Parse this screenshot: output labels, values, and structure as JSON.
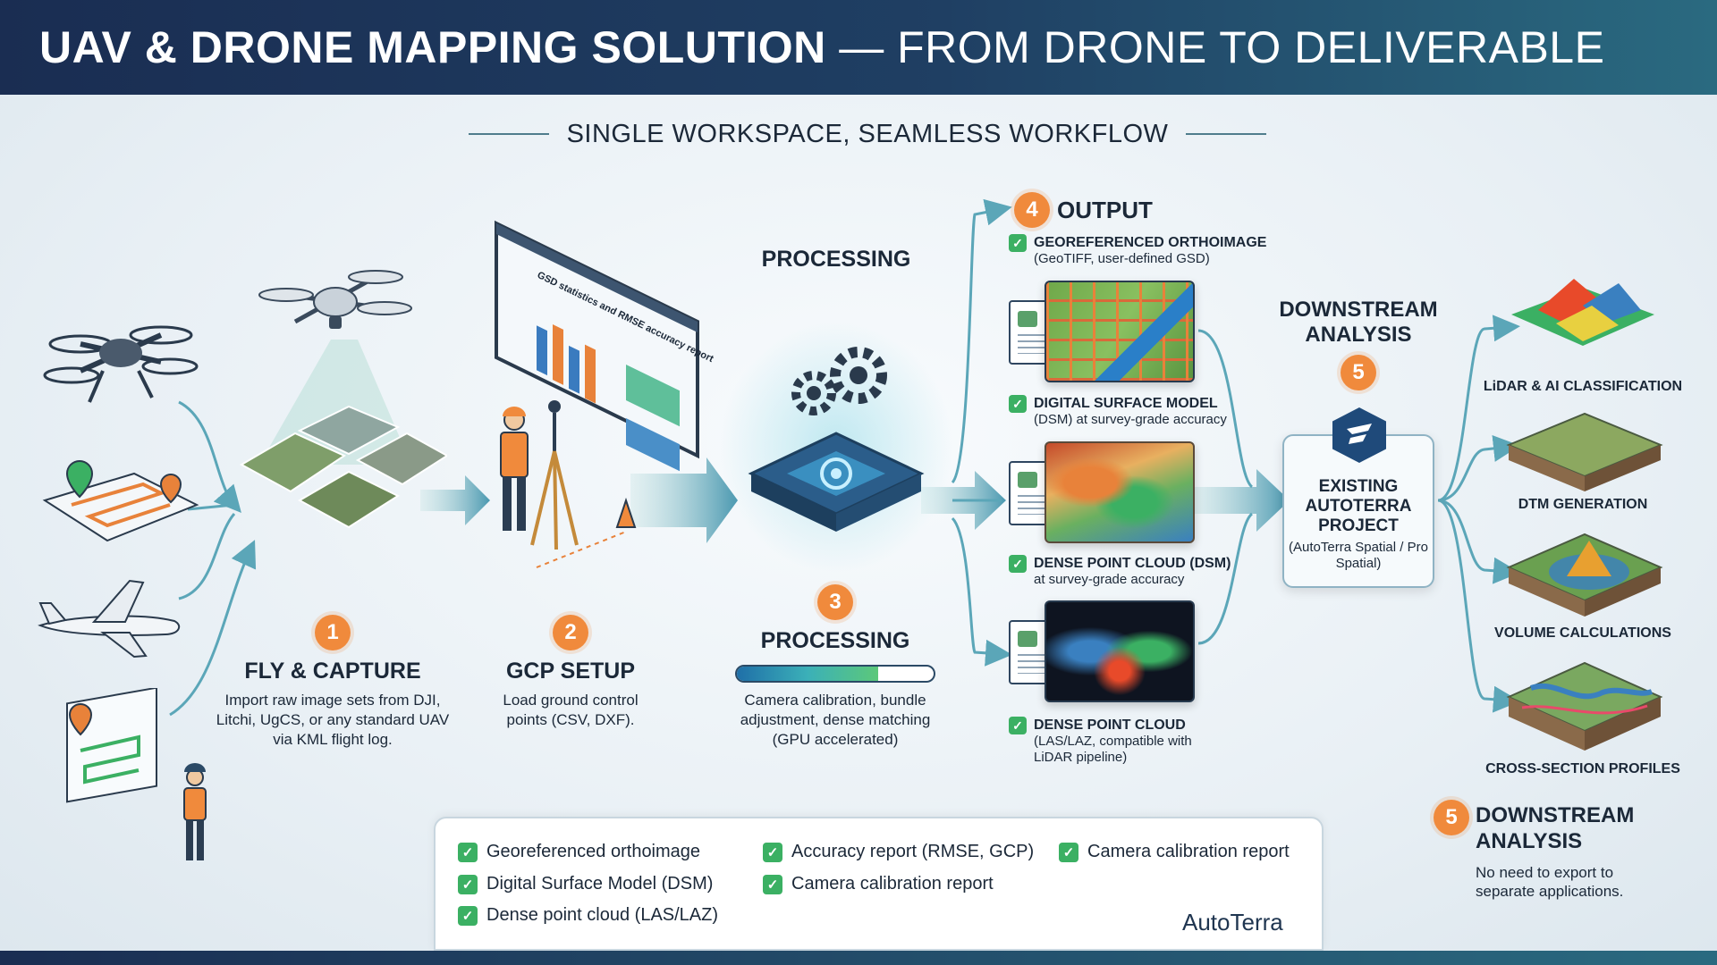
{
  "header": {
    "title_bold": "UAV & DRONE MAPPING SOLUTION",
    "title_light": "— FROM DRONE TO DELIVERABLE"
  },
  "subtitle": "SINGLE WORKSPACE, SEAMLESS WORKFLOW",
  "processing_top_label": "PROCESSING",
  "steps": [
    {
      "number": "1",
      "title": "FLY & CAPTURE",
      "description": "Import raw image sets from DJI, Litchi, UgCS, or any standard UAV via KML flight log."
    },
    {
      "number": "2",
      "title": "GCP SETUP",
      "description": "Load ground control points (CSV, DXF)."
    },
    {
      "number": "3",
      "title": "PROCESSING",
      "description": "Camera calibration, bundle adjustment, dense matching (GPU accelerated)",
      "progress": 0.72
    }
  ],
  "report_screen_text": "GSD statistics and RMSE accuracy report",
  "output": {
    "number": "4",
    "title": "OUTPUT",
    "items": [
      {
        "title": "GEOREFERENCED ORTHOIMAGE",
        "detail": "(GeoTIFF, user-defined GSD)"
      },
      {
        "title": "DIGITAL SURFACE MODEL",
        "detail": "(DSM) at survey-grade accuracy"
      },
      {
        "title": "DENSE POINT CLOUD (DSM)",
        "detail": "at survey-grade accuracy"
      },
      {
        "title": "DENSE POINT CLOUD",
        "detail": "(LAS/LAZ, compatible with LiDAR pipeline)"
      }
    ]
  },
  "downstream": {
    "title": "DOWNSTREAM ANALYSIS",
    "number": "5",
    "project_title": "EXISTING AUTOTERRA PROJECT",
    "project_subtitle": "(AutoTerra Spatial / Pro Spatial)",
    "analyses": [
      "LiDAR & AI CLASSIFICATION",
      "DTM GENERATION",
      "VOLUME CALCULATIONS",
      "CROSS-SECTION PROFILES"
    ]
  },
  "downstream_note": {
    "number": "5",
    "title": "DOWNSTREAM ANALYSIS",
    "text": "No need to export to separate applications."
  },
  "summary": {
    "items": [
      "Georeferenced orthoimage",
      "Digital Surface Model (DSM)",
      "Dense point cloud (LAS/LAZ)",
      "Accuracy report (RMSE, GCP)",
      "Camera calibration report",
      "Camera calibration report"
    ],
    "brand": "AutoTerra"
  },
  "colors": {
    "accent_orange": "#f08a3c",
    "check_green": "#3bb063",
    "header_navy": "#1a2d52",
    "flow_teal": "#5ba6b8"
  },
  "icons": [
    "drone-icon",
    "map-pin-icon",
    "airplane-icon",
    "surveyor-icon",
    "tripod-icon",
    "gear-icon",
    "chip-icon",
    "check-icon",
    "hexagon-logo-icon"
  ]
}
